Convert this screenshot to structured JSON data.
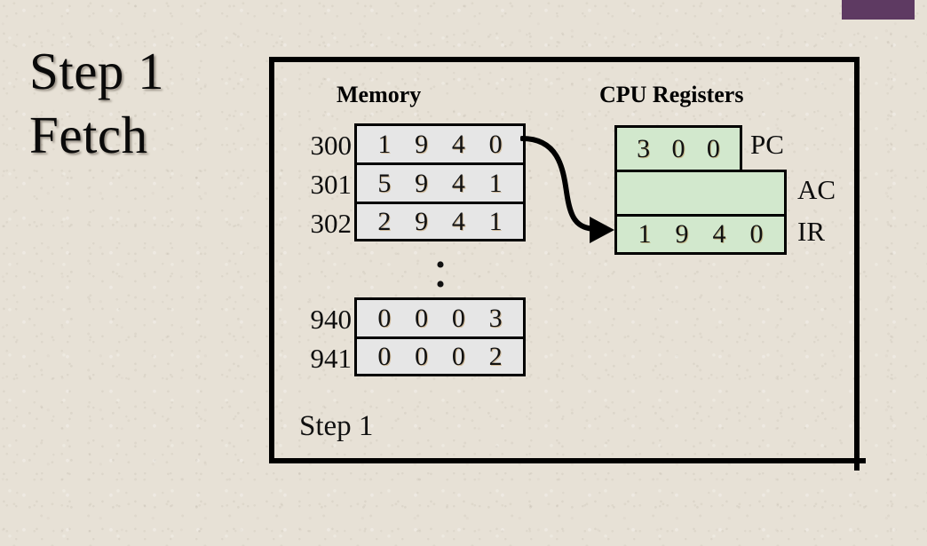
{
  "slide": {
    "title_line1": "Step 1",
    "title_line2": "Fetch",
    "caption": "Step 1",
    "accent_purple": "#5e3a62",
    "background": "#e7e1d6",
    "memory_cell_fill": "#e6e6e6",
    "register_cell_fill": "#d2e8cd"
  },
  "memory": {
    "heading": "Memory",
    "ellipsis_dot": "•",
    "top_block": [
      {
        "address": "300",
        "digits": [
          "1",
          "9",
          "4",
          "0"
        ]
      },
      {
        "address": "301",
        "digits": [
          "5",
          "9",
          "4",
          "1"
        ]
      },
      {
        "address": "302",
        "digits": [
          "2",
          "9",
          "4",
          "1"
        ]
      }
    ],
    "bottom_block": [
      {
        "address": "940",
        "digits": [
          "0",
          "0",
          "0",
          "3"
        ]
      },
      {
        "address": "941",
        "digits": [
          "0",
          "0",
          "0",
          "2"
        ]
      }
    ]
  },
  "cpu": {
    "heading": "CPU Registers",
    "registers": [
      {
        "name": "PC",
        "label": "PC",
        "digits": [
          "3",
          "0",
          "0"
        ]
      },
      {
        "name": "AC",
        "label": "AC",
        "digits": []
      },
      {
        "name": "IR",
        "label": "IR",
        "digits": [
          "1",
          "9",
          "4",
          "0"
        ]
      }
    ]
  },
  "arrow": {
    "name": "memory-to-ir-arrow",
    "from": "memory address 300",
    "to": "IR register"
  }
}
